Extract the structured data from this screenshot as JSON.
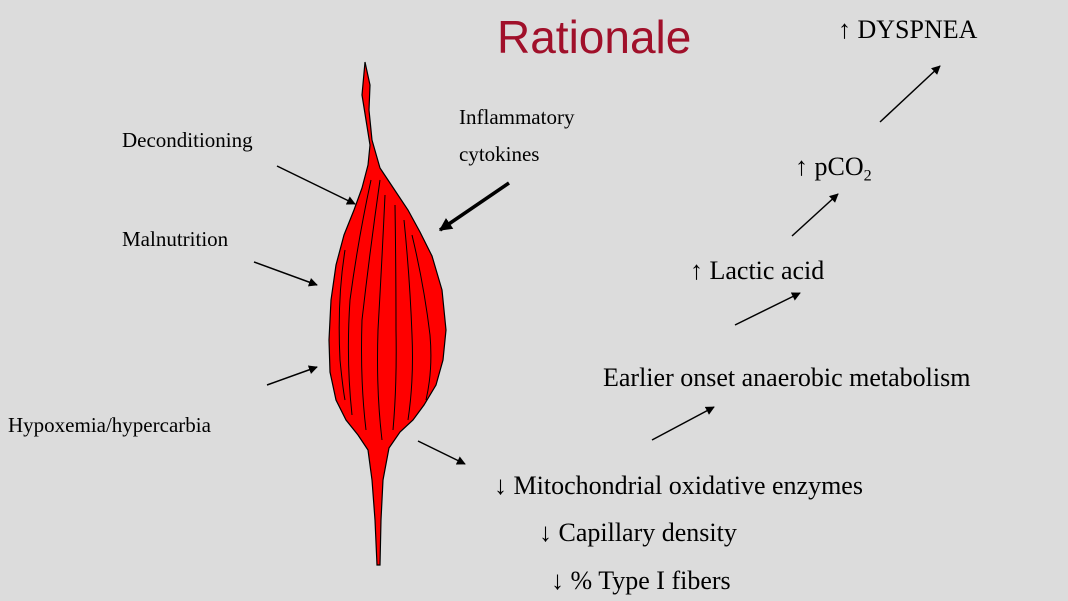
{
  "title": "Rationale",
  "causes": {
    "deconditioning": "Deconditioning",
    "malnutrition": "Malnutrition",
    "hypoxemia": "Hypoxemia/hypercarbia",
    "cytokines_line1": "Inflammatory",
    "cytokines_line2": "cytokines"
  },
  "effects": {
    "mito": "↓ Mitochondrial oxidative enzymes",
    "capillary": "↓ Capillary density",
    "type1": "↓ % Type I fibers"
  },
  "chain": {
    "anaerobic": "Earlier onset anaerobic metabolism",
    "lactic": "↑ Lactic acid",
    "pco2_prefix": "↑ pCO",
    "pco2_sub": "2",
    "dyspnea": "↑ DYSPNEA"
  },
  "colors": {
    "muscle": "#ff0000",
    "title": "#a0102a",
    "background": "#dcdcdc"
  }
}
